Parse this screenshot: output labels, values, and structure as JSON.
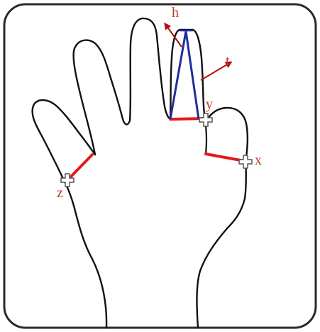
{
  "labels": {
    "h": "h",
    "t": "t",
    "x": "x",
    "y": "y",
    "z": "z"
  },
  "colors": {
    "frame": "#2a2a2a",
    "outline": "#111111",
    "measurement": "#e31a1c",
    "triangle": "#1f2f9a",
    "arrow": "#b01010",
    "label": "#c0392b",
    "marker_fill": "#ffffff",
    "marker_stroke": "#555555"
  },
  "icons": {
    "landmark_marker": "cross-marker-icon",
    "direction_arrow": "arrow-icon"
  }
}
